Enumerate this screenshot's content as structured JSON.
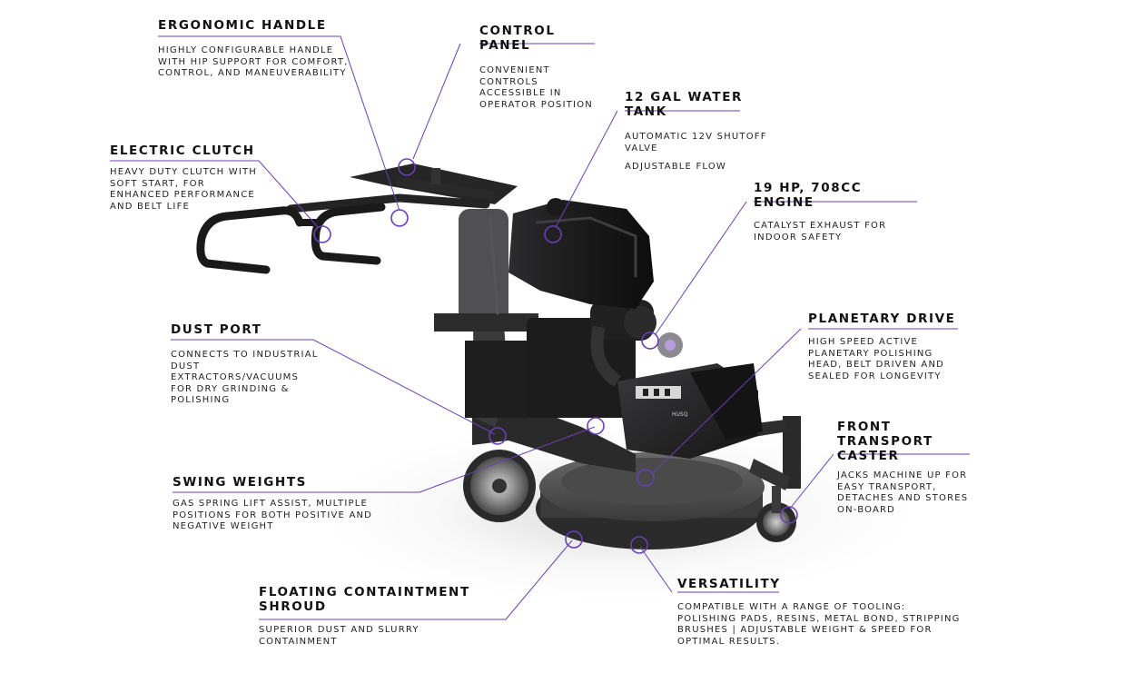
{
  "accent_color": "#6b3fb4",
  "callouts": {
    "ergonomic_handle": {
      "title": "ERGONOMIC HANDLE",
      "desc": "HIGHLY CONFIGURABLE HANDLE WITH HIP SUPPORT FOR COMFORT, CONTROL, AND MANEUVERABILITY"
    },
    "control_panel": {
      "title": "CONTROL PANEL",
      "desc": "CONVENIENT CONTROLS ACCESSIBLE IN OPERATOR POSITION"
    },
    "water_tank": {
      "title": "12 GAL WATER TANK",
      "desc": "AUTOMATIC 12V SHUTOFF VALVE",
      "desc2": "ADJUSTABLE FLOW"
    },
    "electric_clutch": {
      "title": "ELECTRIC CLUTCH",
      "desc": "HEAVY DUTY CLUTCH WITH SOFT START, FOR ENHANCED PERFORMANCE AND BELT LIFE"
    },
    "engine": {
      "title": "19 HP, 708CC ENGINE",
      "desc": "CATALYST EXHAUST FOR INDOOR SAFETY"
    },
    "dust_port": {
      "title": "DUST PORT",
      "desc": "CONNECTS TO INDUSTRIAL DUST EXTRACTORS/VACUUMS FOR DRY GRINDING & POLISHING"
    },
    "planetary_drive": {
      "title": "PLANETARY DRIVE",
      "desc": "HIGH SPEED ACTIVE PLANETARY POLISHING HEAD, BELT DRIVEN AND SEALED FOR LONGEVITY"
    },
    "front_caster": {
      "title": "FRONT TRANSPORT CASTER",
      "desc": "JACKS MACHINE UP FOR EASY TRANSPORT, DETACHES AND STORES ON-BOARD"
    },
    "swing_weights": {
      "title": "SWING WEIGHTS",
      "desc": "GAS SPRING LIFT ASSIST, MULTIPLE POSITIONS FOR BOTH POSITIVE AND NEGATIVE WEIGHT"
    },
    "shroud": {
      "title": "FLOATING CONTAINTMENT SHROUD",
      "desc": "SUPERIOR DUST AND SLURRY CONTAINMENT"
    },
    "versatility": {
      "title": "VERSATILITY",
      "desc": "COMPATIBLE WITH A RANGE OF TOOLING: POLISHING PADS, RESINS, METAL BOND, STRIPPING BRUSHES | ADJUSTABLE WEIGHT & SPEED FOR OPTIMAL RESULTS."
    }
  },
  "machine": {
    "badge": "HUSQ"
  }
}
